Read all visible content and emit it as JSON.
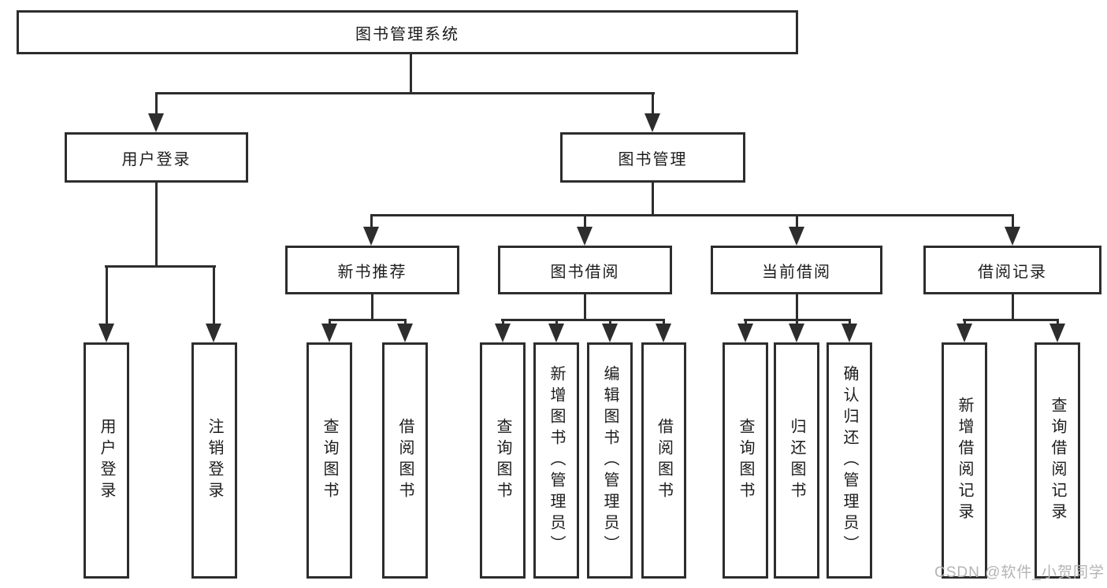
{
  "watermark": "CSDN @软件_小贺同学",
  "colors": {
    "line": "#2d2d2d",
    "text": "#1c1c1c",
    "watermark_text": "#b4b4b4",
    "background": "#ffffff"
  },
  "tree": {
    "root": "图书管理系统",
    "children": [
      {
        "label": "用户登录",
        "children": [
          "用户登录",
          "注销登录"
        ]
      },
      {
        "label": "图书管理",
        "children": [
          {
            "label": "新书推荐",
            "children": [
              "查询图书",
              "借阅图书"
            ]
          },
          {
            "label": "图书借阅",
            "children": [
              "查询图书",
              "新增图书（管理员）",
              "编辑图书（管理员）",
              "借阅图书"
            ]
          },
          {
            "label": "当前借阅",
            "children": [
              "查询图书",
              "归还图书",
              "确认归还（管理员）"
            ]
          },
          {
            "label": "借阅记录",
            "children": [
              "新增借阅记录",
              "查询借阅记录"
            ]
          }
        ]
      }
    ]
  }
}
